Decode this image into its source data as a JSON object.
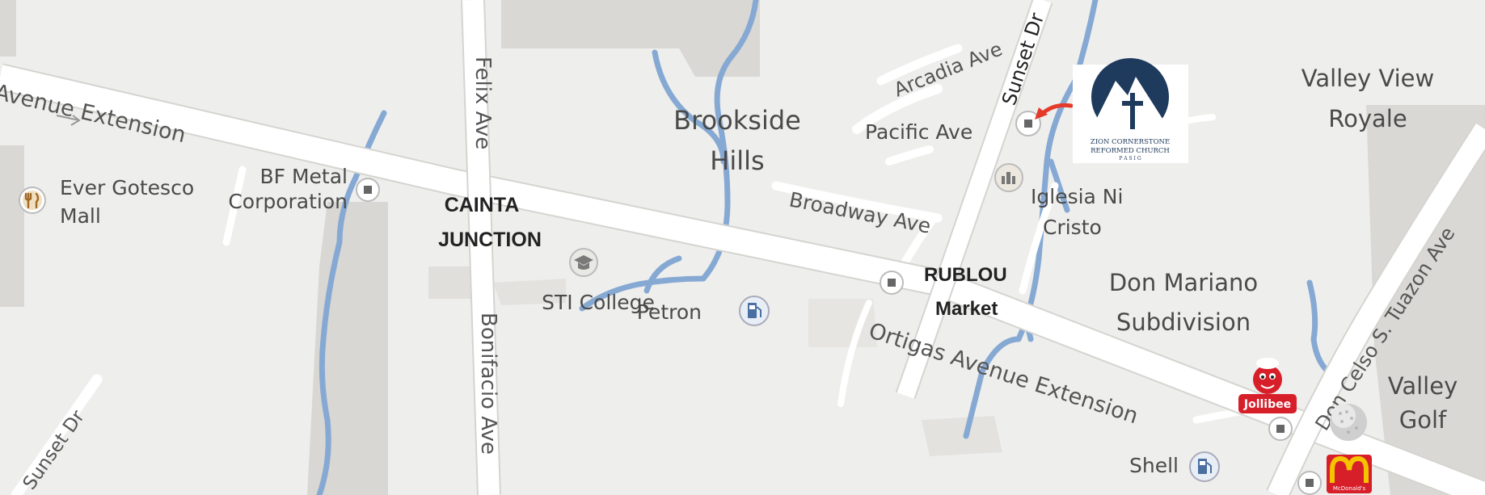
{
  "colors": {
    "land": "#eeeeec",
    "land_alt": "#e6e5e1",
    "block": "#d9d8d4",
    "road": "#ffffff",
    "river": "#86a9d4",
    "text": "#4a4a4a",
    "marker_red": "#e53a2a",
    "church_blue": "#1e3a5c",
    "jollibee_red": "#d71f2a",
    "mcd_yellow": "#f5c400"
  },
  "roads": {
    "ortigas_west": "Ortigas Avenue Extension",
    "ortigas_east": "Ortigas Avenue Extension",
    "felix": "Felix Ave",
    "bonifacio": "Bonifacio Ave",
    "sunset_north": "Sunset Dr",
    "sunset_south": "Sunset Dr",
    "arcadia": "Arcadia Ave",
    "pacific": "Pacific Ave",
    "broadway": "Broadway Ave",
    "don_celso": "Don Celso S. Tuazon Ave"
  },
  "areas": {
    "brookside": [
      "Brookside",
      "Hills"
    ],
    "valley_view": [
      "Valley View",
      "Royale"
    ],
    "don_mariano": [
      "Don Mariano",
      "Subdivision"
    ],
    "valley_golf": [
      "Valley",
      "Golf"
    ]
  },
  "places": {
    "ever_gotesco": [
      "Ever Gotesco",
      "Mall"
    ],
    "bf_metal": [
      "BF Metal",
      "Corporation"
    ],
    "cainta": [
      "CAINTA",
      "JUNCTION"
    ],
    "sti": "STI College",
    "petron": "Petron",
    "iglesia": [
      "Iglesia Ni",
      "Cristo"
    ],
    "rublou": [
      "RUBLOU",
      "Market"
    ],
    "shell": "Shell"
  },
  "logos": {
    "church": [
      "ZION CORNERSTONE",
      "REFORMED CHURCH",
      "P A S I G"
    ],
    "jollibee": "Jollibee",
    "mcdonalds": "McDonald's"
  },
  "icons": [
    "fork-knife-icon",
    "square-pin-icon",
    "graduation-cap-icon",
    "fuel-pump-icon",
    "church-building-icon",
    "golf-ball-icon",
    "red-arrow-icon"
  ]
}
